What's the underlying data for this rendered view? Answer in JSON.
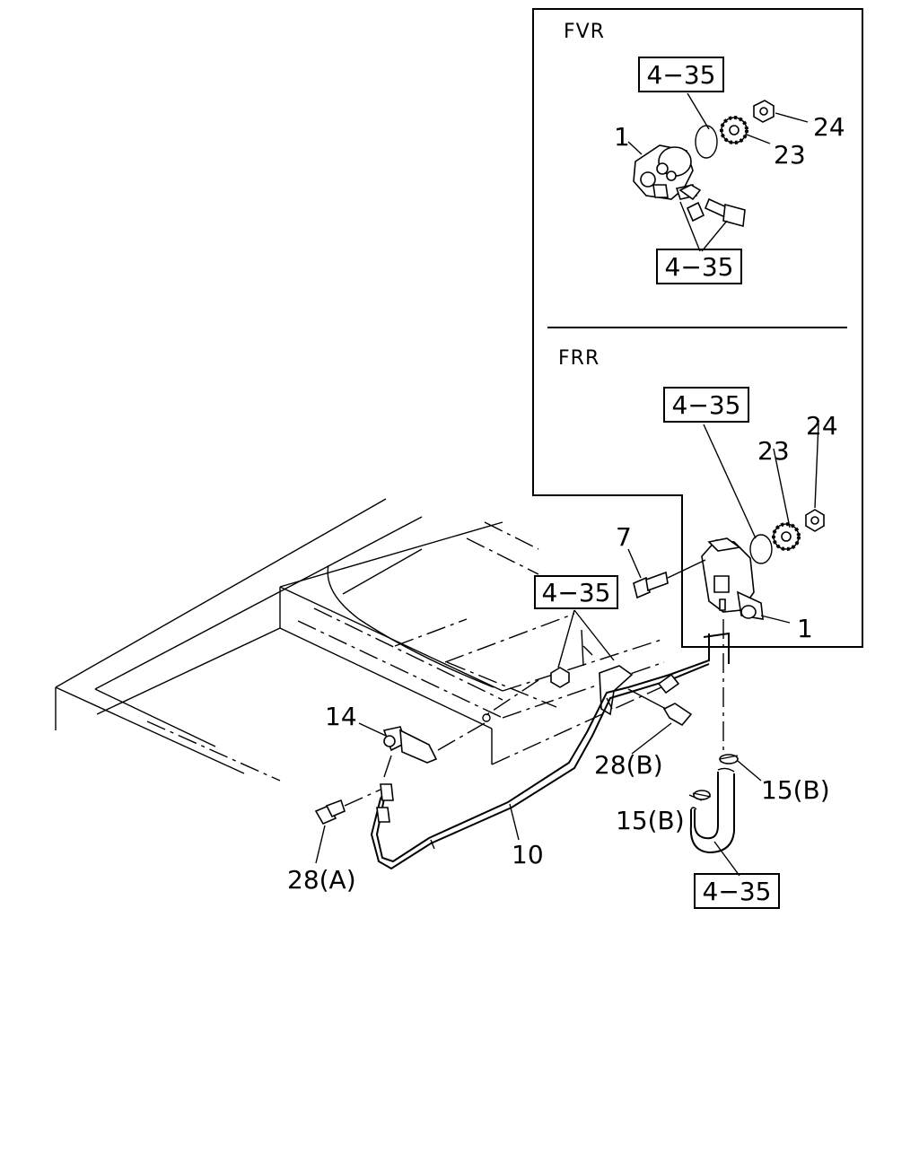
{
  "sections": {
    "fvr": "FVR",
    "frr": "FRR"
  },
  "refs": {
    "fvr_top": "4−35",
    "fvr_bottom": "4−35",
    "frr_top": "4−35",
    "main_bracket": "4−35",
    "hose": "4−35"
  },
  "labels": {
    "fvr_pump": "1",
    "fvr_gear": "23",
    "fvr_nut": "24",
    "frr_gear": "23",
    "frr_nut": "24",
    "bolt_7": "7",
    "pump_1": "1",
    "part_14": "14",
    "bolt_28b": "28(B)",
    "bolt_28a": "28(A)",
    "pipe_10": "10",
    "clip_15b_right": "15(B)",
    "clip_15b_left": "15(B)"
  }
}
